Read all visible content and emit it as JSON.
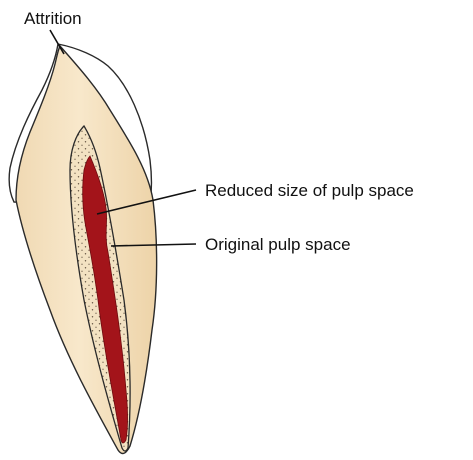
{
  "labels": {
    "attrition": "Attrition",
    "reduced_pulp": "Reduced size of pulp space",
    "original_pulp": "Original pulp space"
  },
  "colors": {
    "crown_enamel": "#ffffff",
    "dentin": "#f7e4c2",
    "dentin_shade": "#ecd2a6",
    "pulp_original": "#f3e0be",
    "pulp_reduced": "#a3141a",
    "outline": "#2a2a2a",
    "stipple": "#5a4a3a"
  }
}
